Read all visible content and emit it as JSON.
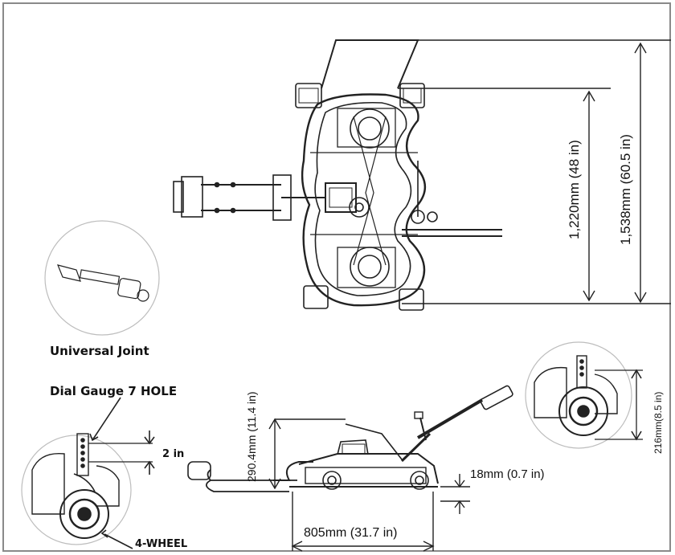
{
  "labels": {
    "universal_joint": "Universal Joint",
    "dial_gauge": "Dial Gauge 7 HOLE",
    "two_in": "2 in",
    "four_wheel": "4-WHEEL",
    "dim_1538": "1,538mm (60.5 in)",
    "dim_1220": "1,220mm (48 in)",
    "dim_2904": "290.4mm (11.4 in)",
    "dim_805": "805mm (31.7 in)",
    "dim_18": "18mm (0.7 in)",
    "dim_216": "216mm(8.5 in)"
  },
  "colors": {
    "line": "#222222",
    "frame": "#8a8a8a",
    "circle": "#bdbdbd"
  }
}
